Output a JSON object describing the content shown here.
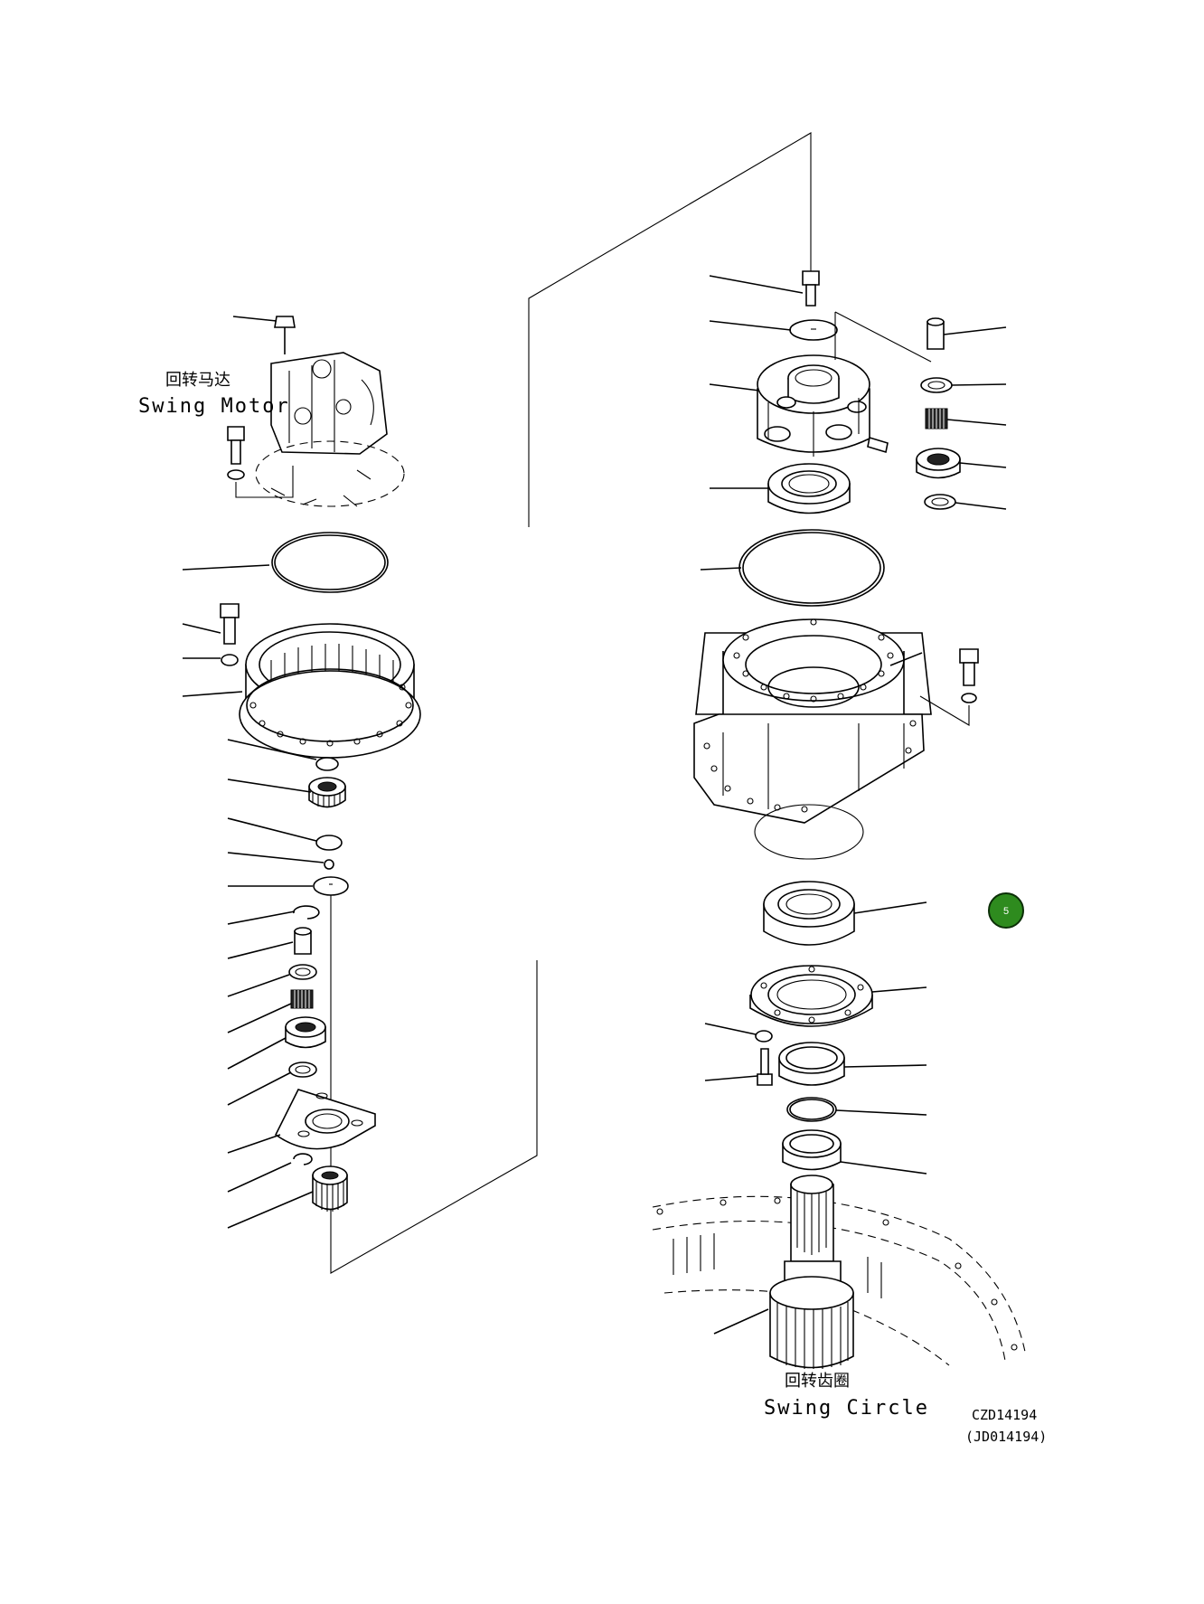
{
  "labels": {
    "swing_motor_cn": "回转马达",
    "swing_motor_en": "Swing Motor",
    "swing_circle_cn": "回转齿圈",
    "swing_circle_en": "Swing Circle"
  },
  "drawing_codes": {
    "primary": "CZD14194",
    "alternate": "(JD014194)"
  },
  "marker": {
    "text": "5",
    "color": "#2e8b1e"
  }
}
